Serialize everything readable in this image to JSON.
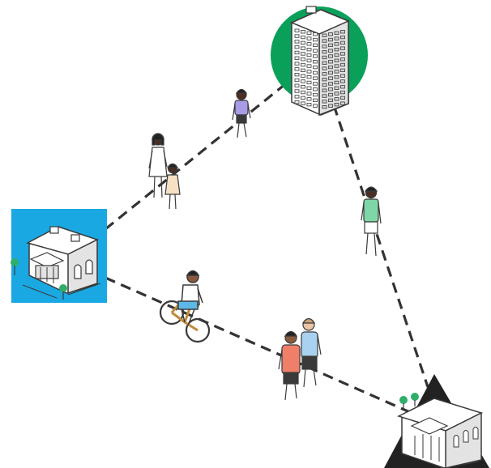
{
  "colors": {
    "background": "#ffffff",
    "path": "#333333",
    "outline": "#3a3a3a",
    "left_node_fill": "#1aa8e3",
    "top_node_fill": "#0aa05a",
    "bottom_node_fill": "#222222",
    "building_fill": "#ffffff",
    "building_shade": "#e3e3e3",
    "tree": "#2fae6a",
    "skin_dark": "#4a2e21",
    "skin_medium": "#8a5a3c",
    "skin_light": "#e9c4a6",
    "hair": "#222222",
    "shirt_purple": "#a99be6",
    "shirt_mint": "#7fd6a6",
    "shirt_salmon": "#ef7f68",
    "shirt_sky": "#a8d2ef",
    "dress_white": "#ffffff",
    "dress_peach": "#f7e1c4",
    "shorts_blue": "#5db8e8",
    "pants_dark": "#3a3a3a",
    "bike_frame": "#c08a3c"
  },
  "nodes": [
    {
      "id": "school",
      "shape": "square",
      "icon": "school-building-icon"
    },
    {
      "id": "tower",
      "shape": "circle",
      "icon": "apartment-tower-icon"
    },
    {
      "id": "civic",
      "shape": "triangle",
      "icon": "civic-building-icon"
    }
  ],
  "figures": [
    {
      "id": "pedestrian-purple",
      "icon": "walking-person-icon"
    },
    {
      "id": "adult-with-child",
      "icon": "adult-and-child-icon"
    },
    {
      "id": "pedestrian-mint",
      "icon": "walking-person-icon"
    },
    {
      "id": "cyclist",
      "icon": "cyclist-icon"
    },
    {
      "id": "walking-pair",
      "icon": "two-people-walking-icon"
    }
  ]
}
